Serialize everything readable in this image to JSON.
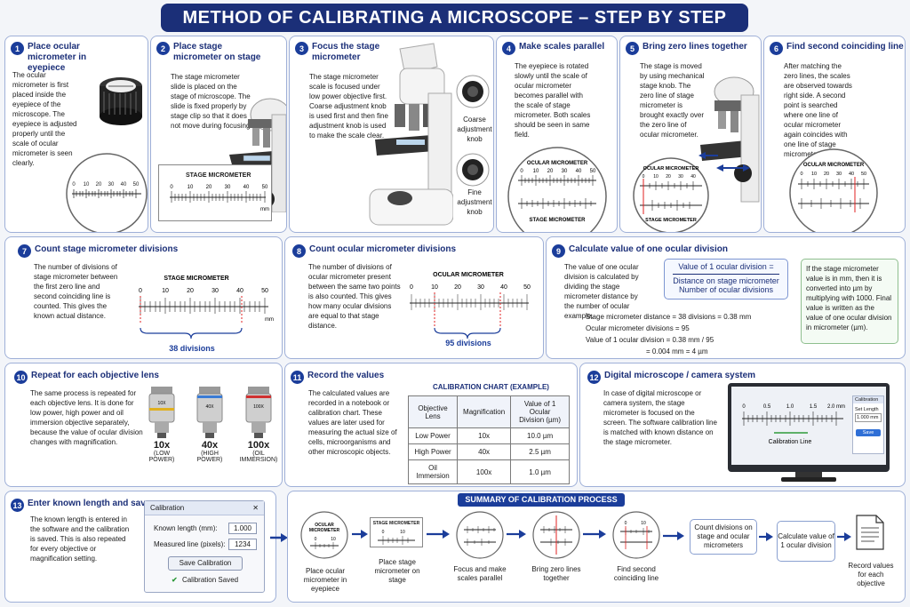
{
  "title": "METHOD OF CALIBRATING A MICROSCOPE – STEP BY STEP",
  "scale_labels": {
    "ocular": [
      "0",
      "10",
      "20",
      "30",
      "40",
      "50"
    ],
    "stage": [
      "0",
      "10",
      "20",
      "30",
      "40",
      "50"
    ],
    "mm": "mm",
    "ocular_micrometer": "OCULAR MICROMETER",
    "stage_micrometer": "STAGE MICROMETER"
  },
  "steps": {
    "s1": {
      "num": "1",
      "title": "Place ocular micrometer in eyepiece",
      "text": "The ocular micrometer is first placed inside the eyepiece of the microscope. The eyepiece is adjusted properly until the scale of ocular micrometer is seen clearly."
    },
    "s2": {
      "num": "2",
      "title": "Place stage micrometer on stage",
      "text": "The stage micrometer slide is placed on the stage of microscope. The slide is fixed properly by stage clip so that it does not move during focusing."
    },
    "s3": {
      "num": "3",
      "title": "Focus the stage micrometer",
      "text": "The stage micrometer scale is focused under low power objective first. Coarse adjustment knob is used first and then fine adjustment knob is used to make the scale clear.",
      "coarse": "Coarse adjustment knob",
      "fine": "Fine adjustment knob"
    },
    "s4": {
      "num": "4",
      "title": "Make scales parallel",
      "text": "The eyepiece is rotated slowly until the scale of ocular micrometer becomes parallel with the scale of stage micrometer. Both scales should be seen in same field."
    },
    "s5": {
      "num": "5",
      "title": "Bring zero lines together",
      "text": "The stage is moved by using mechanical stage knob. The zero line of stage micrometer is brought exactly over the zero line of ocular micrometer."
    },
    "s6": {
      "num": "6",
      "title": "Find second coinciding line",
      "text": "After matching the zero lines, the scales are observed towards right side. A second point is searched where one line of ocular micrometer again coincides with one line of stage micrometer."
    },
    "s7": {
      "num": "7",
      "title": "Count stage micrometer divisions",
      "text": "The number of divisions of stage micrometer between the first zero line and second coinciding line is counted. This gives the known actual distance.",
      "divisions": "38 divisions"
    },
    "s8": {
      "num": "8",
      "title": "Count ocular micrometer divisions",
      "text": "The number of divisions of ocular micrometer present between the same two points is also counted. This gives how many ocular divisions are equal to that stage distance.",
      "divisions": "95 divisions"
    },
    "s9": {
      "num": "9",
      "title": "Calculate value of one ocular division",
      "text": "The value of one ocular division is calculated by dividing the stage micrometer distance by the number of ocular example.",
      "formula_top": "Value of 1 ocular division =",
      "formula_num": "Distance on stage micrometer",
      "formula_den": "Number of ocular divisions",
      "calc1": "Stage micrometer distance = 38 divisions = 0.38 mm",
      "calc2": "Ocular micrometer divisions = 95",
      "calc3": "Value of 1 ocular division = 0.38 mm / 95",
      "calc4": "= 0.004 mm = 4 µm",
      "note": "If the stage micrometer value is in mm, then it is converted into µm by multiplying with 1000. Final value is written as the value of one ocular division in micrometer (µm)."
    },
    "s10": {
      "num": "10",
      "title": "Repeat for each objective lens",
      "text": "The same process is repeated for each objective lens. It is done for low power, high power and oil immersion objective separately, because the value of ocular division changes with magnification.",
      "lenses": [
        {
          "engr": "10X",
          "mag": "10x",
          "label": "(LOW POWER)"
        },
        {
          "engr": "40X",
          "mag": "40x",
          "label": "(HIGH POWER)"
        },
        {
          "engr": "100X",
          "mag": "100x",
          "label": "(OIL IMMERSION)"
        }
      ]
    },
    "s11": {
      "num": "11",
      "title": "Record the values",
      "text": "The calculated values are recorded in a notebook or calibration chart. These values are later used for measuring the actual size of cells, microorganisms and other microscopic objects.",
      "chart_title": "CALIBRATION CHART (EXAMPLE)",
      "headers": [
        "Objective Lens",
        "Magnification",
        "Value of 1 Ocular Division (µm)"
      ],
      "rows": [
        [
          "Low Power",
          "10x",
          "10.0 µm"
        ],
        [
          "High Power",
          "40x",
          "2.5 µm"
        ],
        [
          "Oil Immersion",
          "100x",
          "1.0 µm"
        ]
      ]
    },
    "s12": {
      "num": "12",
      "title": "Digital microscope / camera system",
      "text": "In case of digital microscope or camera system, the stage micrometer is focused on the screen. The software calibration line is matched with known distance on the stage micrometer.",
      "screen_ticks": [
        "0",
        "0.5",
        "1.0",
        "1.5",
        "2.0 mm"
      ],
      "calibration_line": "Calibration Line",
      "side_title": "Calibration",
      "side_set": "Set Length",
      "side_value": "1.000 mm",
      "side_save": "Save"
    },
    "s13": {
      "num": "13",
      "title": "Enter known length and save",
      "text": "The known length is entered in the software and the calibration is saved. This is also repeated for every objective or magnification setting.",
      "dialog_title": "Calibration",
      "known_label": "Known length (mm):",
      "known_value": "1.000",
      "measured_label": "Measured line (pixels):",
      "measured_value": "1234",
      "save_btn": "Save Calibration",
      "saved_msg": "Calibration Saved"
    }
  },
  "summary": {
    "heading": "SUMMARY OF CALIBRATION PROCESS",
    "items": [
      "Place ocular micrometer in eyepiece",
      "Place stage micrometer on stage",
      "Focus and make scales parallel",
      "Bring zero lines together",
      "Find second coinciding line",
      "Count divisions on stage and ocular micrometers",
      "Calculate value of 1 ocular division",
      "Record values for each objective"
    ],
    "mini_ocular": "OCULAR MICROMETER",
    "mini_stage": "STAGE MICROMETER",
    "mini_ticks": [
      "0",
      "10"
    ]
  },
  "colors": {
    "navy": "#1b2f78",
    "accent": "#1b3d9a",
    "red": "#e02020",
    "green": "#2e9a3a"
  }
}
